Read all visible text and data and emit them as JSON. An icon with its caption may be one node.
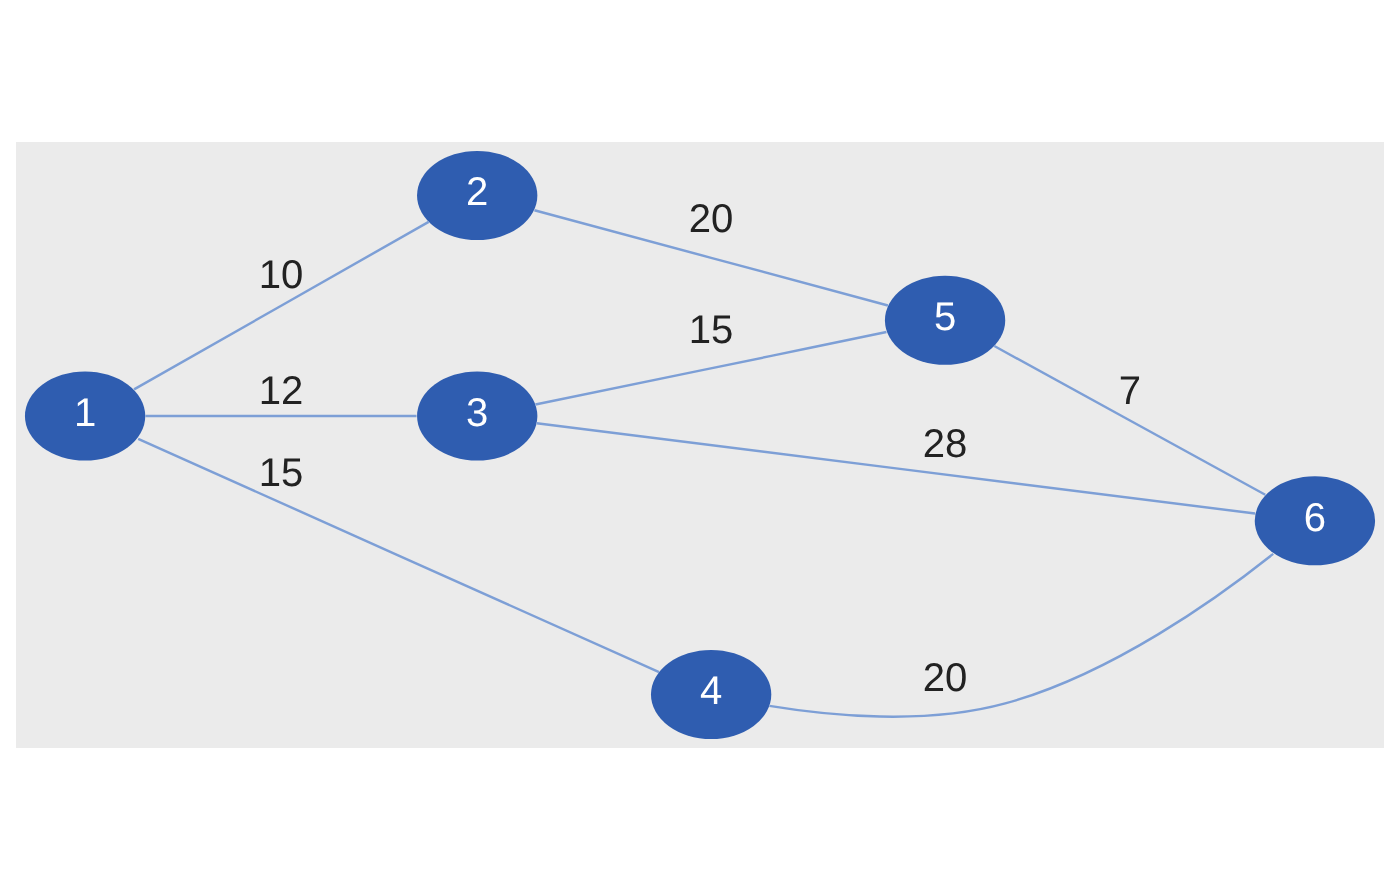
{
  "diagram": {
    "nodes": [
      {
        "text": [
          "1"
        ]
      },
      {
        "text": [
          "2"
        ]
      },
      {
        "text": [
          "3"
        ]
      },
      {
        "text": [
          "4"
        ]
      },
      {
        "text": [
          "5"
        ]
      },
      {
        "text": [
          "6"
        ]
      }
    ],
    "edges": [
      {
        "from": 0,
        "to": 1,
        "arrow": "none",
        "label": "10"
      },
      {
        "from": 0,
        "to": 2,
        "arrow": "none",
        "label": "12"
      },
      {
        "from": 0,
        "to": 3,
        "arrow": "none",
        "label": "15"
      },
      {
        "from": 1,
        "to": 4,
        "arrow": "none",
        "label": "20"
      },
      {
        "from": 2,
        "to": 4,
        "arrow": "none",
        "label": "15"
      },
      {
        "from": 2,
        "to": 5,
        "arrow": "none",
        "label": "28"
      },
      {
        "from": 4,
        "to": 5,
        "arrow": "none",
        "label": "7"
      },
      {
        "from": 3,
        "to": 5,
        "arrow": "none",
        "label": "20"
      }
    ]
  }
}
